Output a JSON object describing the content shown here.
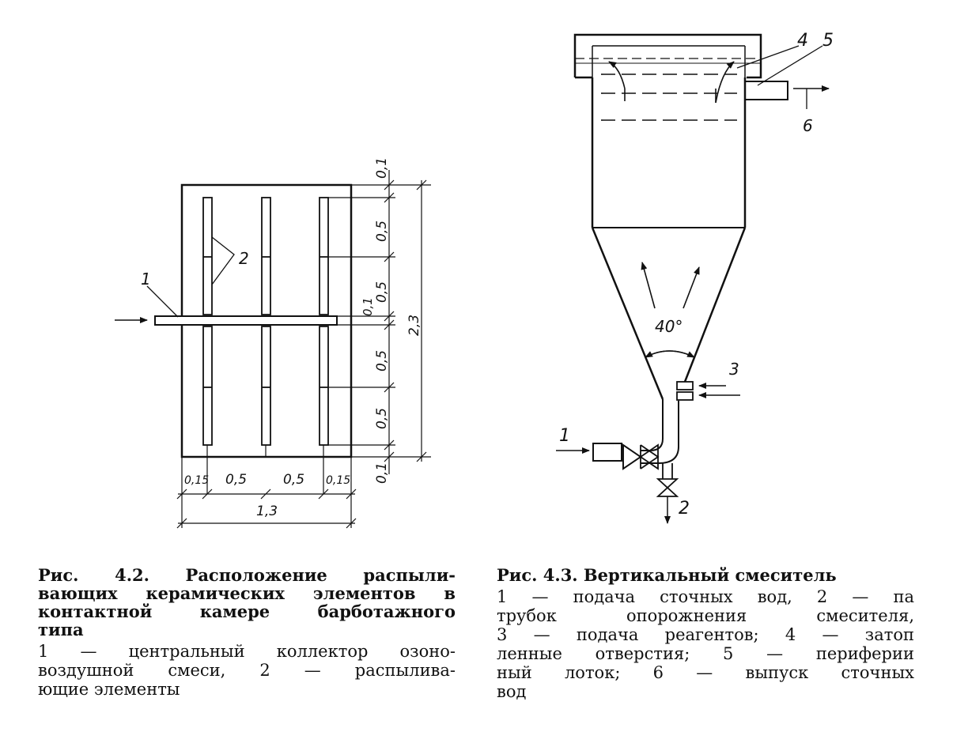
{
  "fig42": {
    "labels": {
      "collector": "1",
      "elements": "2"
    },
    "dims": {
      "top_gap": "0,1",
      "seg1": "0,5",
      "seg2": "0,5",
      "mid_gap": "0,1",
      "seg3": "0,5",
      "seg4": "0,5",
      "bottom_gap": "0,1",
      "total_height": "2,3",
      "w_left": "0,15",
      "w_a": "0,5",
      "w_b": "0,5",
      "w_right": "0,15",
      "total_width": "1,3"
    },
    "caption_title_lines": [
      "Рис. 4.2. Расположение распыли-",
      "вающих керамических элементов в",
      "контактной камере барботажного",
      "типа"
    ],
    "caption_text_lines": [
      "1 — центральный коллектор озоно-",
      "воздушной смеси, 2 — распылива-",
      "ющие элементы"
    ]
  },
  "fig43": {
    "labels": {
      "inlet": "1",
      "drain": "2",
      "reagents": "3",
      "holes": "4",
      "tray": "5",
      "outlet": "6",
      "angle": "40°"
    },
    "caption_title": "Рис. 4.3. Вертикальный смеситель",
    "caption_text_lines": [
      "1 — подача сточных вод, 2 — па",
      "трубок опорожнения смесителя,",
      "3 — подача реагентов; 4 — затоп",
      "ленные отверстия; 5 — периферии",
      "ный лоток; 6 — выпуск сточных",
      "вод"
    ]
  }
}
